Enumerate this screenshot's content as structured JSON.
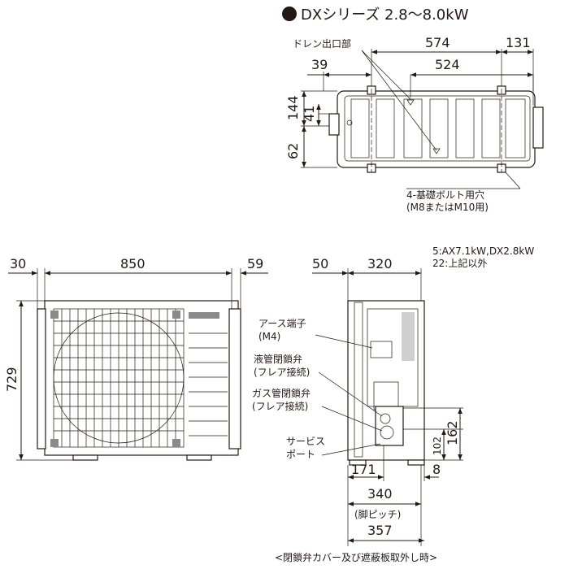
{
  "title": "DXシリーズ 2.8〜8.0kW",
  "top_view": {
    "drain_label": "ドレン出口部",
    "dims": {
      "d574": "574",
      "d131": "131",
      "d39": "39",
      "d524": "524",
      "d144": "144",
      "d41": "41",
      "d62": "62"
    },
    "bolt_label_1": "4-基礎ボルト用穴",
    "bolt_label_2": "(M8またはM10用)"
  },
  "front_view": {
    "dims": {
      "d30": "30",
      "d850": "850",
      "d59": "59",
      "d729": "729"
    }
  },
  "side_view": {
    "dims": {
      "d50": "50",
      "d320": "320",
      "d102": "102",
      "d162": "162",
      "d171": "171",
      "d8": "8",
      "d340": "340",
      "d357": "357"
    },
    "note_1": "5:AX7.1kW,DX2.8kW",
    "note_2": "22:上記以外",
    "earth_1": "アース端子",
    "earth_2": "(M4)",
    "liquid_1": "液管閉鎖弁",
    "liquid_2": "(フレア接続)",
    "gas_1": "ガス管閉鎖弁",
    "gas_2": "(フレア接続)",
    "service_1": "サービス",
    "service_2": "ポート",
    "pitch_label": "(脚ピッチ)",
    "caption": "<閉鎖弁カバー及び遮蔽板取外し時>"
  }
}
